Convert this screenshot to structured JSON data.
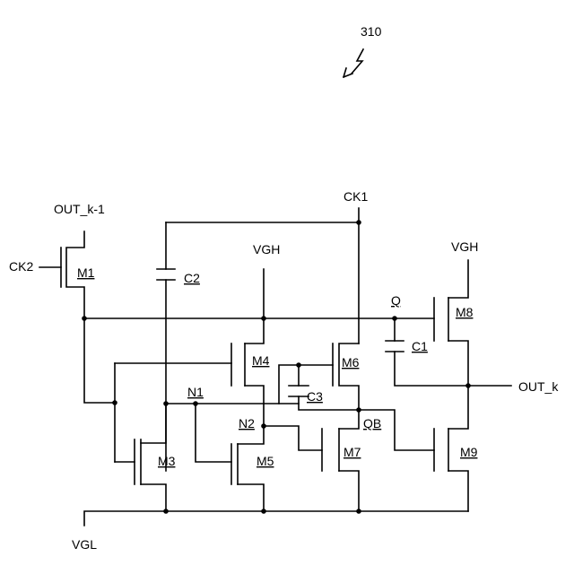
{
  "figure_ref": "310",
  "signals": {
    "out_prev": "OUT_k-1",
    "ck2": "CK2",
    "ck1": "CK1",
    "vgh_left": "VGH",
    "vgh_right": "VGH",
    "vgl": "VGL",
    "out_k": "OUT_k"
  },
  "nodes": {
    "q": "Q",
    "qb": "QB",
    "n1": "N1",
    "n2": "N2"
  },
  "transistors": {
    "m1": "M1",
    "m3": "M3",
    "m4": "M4",
    "m5": "M5",
    "m6": "M6",
    "m7": "M7",
    "m8": "M8",
    "m9": "M9"
  },
  "capacitors": {
    "c1": "C1",
    "c2": "C2",
    "c3": "C3"
  }
}
